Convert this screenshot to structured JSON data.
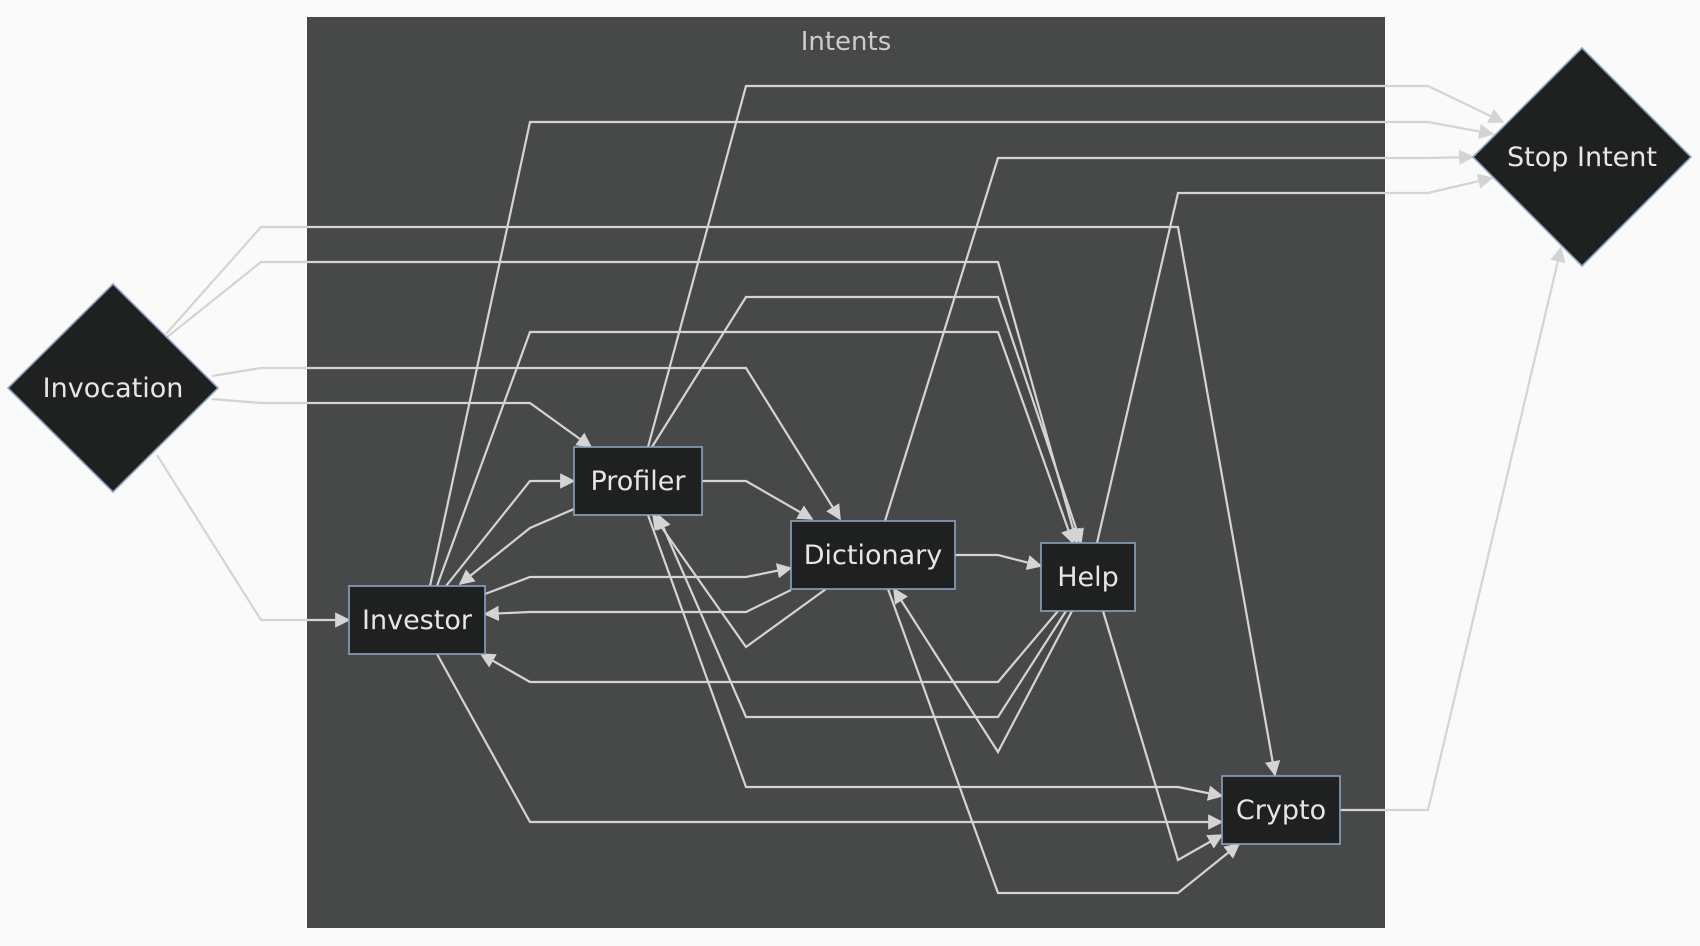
{
  "diagram": {
    "cluster": {
      "id": "intents",
      "label": "Intents"
    },
    "nodes": [
      {
        "id": "invocation",
        "label": "Invocation",
        "shape": "diamond"
      },
      {
        "id": "stop",
        "label": "Stop Intent",
        "shape": "diamond"
      },
      {
        "id": "profiler",
        "label": "Profiler",
        "shape": "rect"
      },
      {
        "id": "dictionary",
        "label": "Dictionary",
        "shape": "rect"
      },
      {
        "id": "help",
        "label": "Help",
        "shape": "rect"
      },
      {
        "id": "investor",
        "label": "Investor",
        "shape": "rect"
      },
      {
        "id": "crypto",
        "label": "Crypto",
        "shape": "rect"
      }
    ],
    "edges": [
      {
        "from": "invocation",
        "to": "crypto"
      },
      {
        "from": "invocation",
        "to": "help"
      },
      {
        "from": "invocation",
        "to": "dictionary"
      },
      {
        "from": "invocation",
        "to": "profiler"
      },
      {
        "from": "invocation",
        "to": "investor"
      },
      {
        "from": "profiler",
        "to": "stop"
      },
      {
        "from": "profiler",
        "to": "help"
      },
      {
        "from": "profiler",
        "to": "dictionary"
      },
      {
        "from": "profiler",
        "to": "investor"
      },
      {
        "from": "profiler",
        "to": "crypto"
      },
      {
        "from": "investor",
        "to": "stop"
      },
      {
        "from": "investor",
        "to": "help"
      },
      {
        "from": "investor",
        "to": "profiler"
      },
      {
        "from": "investor",
        "to": "dictionary"
      },
      {
        "from": "investor",
        "to": "crypto"
      },
      {
        "from": "dictionary",
        "to": "stop"
      },
      {
        "from": "dictionary",
        "to": "help"
      },
      {
        "from": "dictionary",
        "to": "investor"
      },
      {
        "from": "dictionary",
        "to": "profiler"
      },
      {
        "from": "dictionary",
        "to": "crypto"
      },
      {
        "from": "help",
        "to": "stop"
      },
      {
        "from": "help",
        "to": "investor"
      },
      {
        "from": "help",
        "to": "profiler"
      },
      {
        "from": "help",
        "to": "dictionary"
      },
      {
        "from": "help",
        "to": "crypto"
      },
      {
        "from": "crypto",
        "to": "stop"
      }
    ],
    "colors": {
      "background": "#fafafa",
      "cluster_fill": "#474848",
      "node_fill": "#1f2020",
      "node_border": "#8aa4c4",
      "edge": "#d4d4d4",
      "text": "#e6e6e6"
    }
  }
}
